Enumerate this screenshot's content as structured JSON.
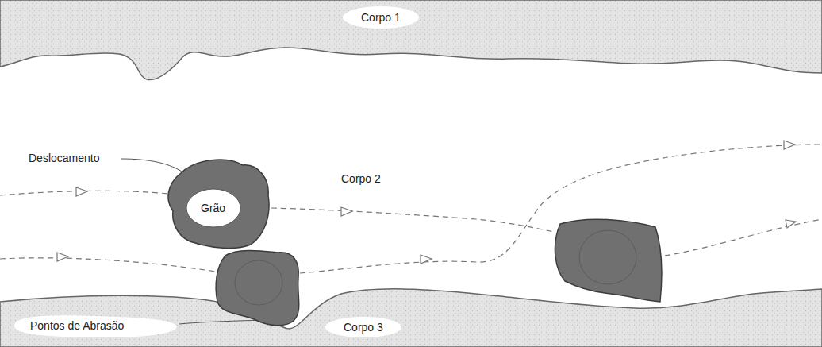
{
  "diagram": {
    "nodes": [
      {
        "text": [
          "Corpo 1"
        ]
      },
      {
        "text": [
          "Corpo 2"
        ]
      },
      {
        "text": [
          "Grão"
        ],
        "in": 1
      },
      {
        "text": [
          "Corpo 3"
        ]
      }
    ],
    "labels": [
      "Deslocamento",
      "Pontos de Abrasão"
    ]
  }
}
